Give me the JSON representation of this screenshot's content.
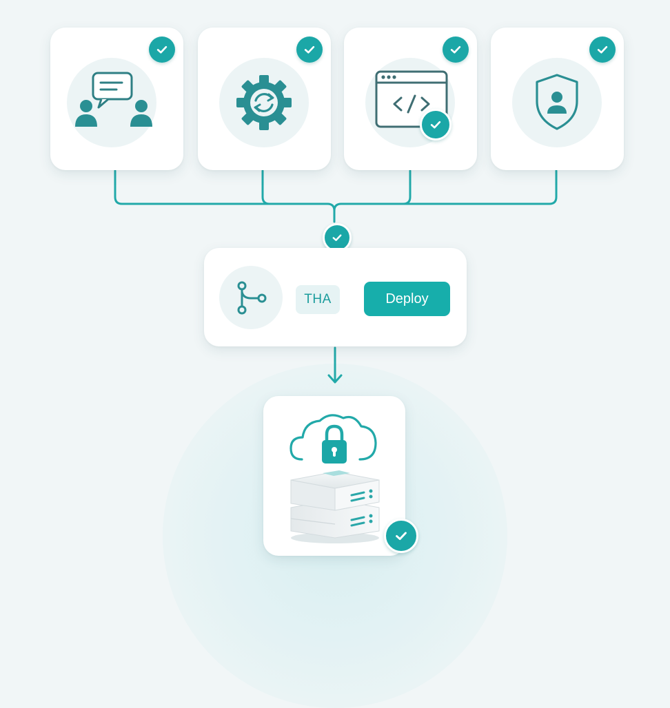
{
  "pipeline": {
    "tag_label": "THA",
    "deploy_label": "Deploy"
  },
  "stages": [
    {
      "icon": "chat-users-icon",
      "status": "complete"
    },
    {
      "icon": "gear-sync-icon",
      "status": "complete"
    },
    {
      "icon": "code-window-icon",
      "status": "complete"
    },
    {
      "icon": "shield-user-icon",
      "status": "complete"
    }
  ],
  "target": {
    "icon": "cloud-lock-server-icon",
    "status": "complete"
  },
  "colors": {
    "accent": "#1ba7a7",
    "icon_dark": "#2e7f84",
    "background": "#f1f6f7",
    "card": "#ffffff"
  }
}
